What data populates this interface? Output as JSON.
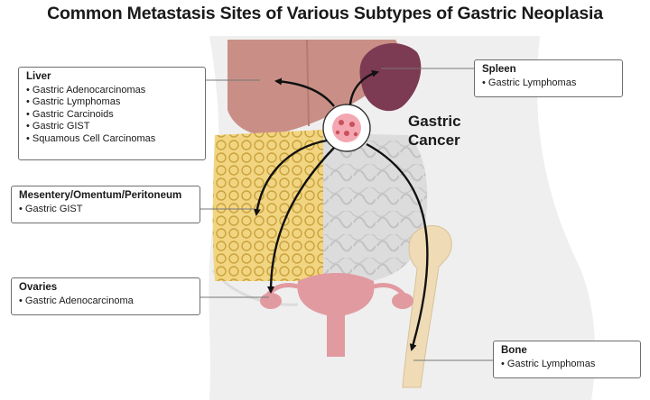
{
  "title": "Common Metastasis Sites of Various Subtypes of Gastric Neoplasia",
  "center_label": [
    "Gastric",
    "Cancer"
  ],
  "sites": {
    "liver": {
      "heading": "Liver",
      "items": [
        "Gastric Adenocarcinomas",
        "Gastric Lymphomas",
        "Gastric Carcinoids",
        "Gastric GIST",
        "Squamous Cell Carcinomas"
      ]
    },
    "spleen": {
      "heading": "Spleen",
      "items": [
        "Gastric Lymphomas"
      ]
    },
    "mesentery": {
      "heading": "Mesentery/Omentum/Peritoneum",
      "items": [
        "Gastric GIST"
      ]
    },
    "ovaries": {
      "heading": "Ovaries",
      "items": [
        "Gastric Adenocarcinoma"
      ]
    },
    "bone": {
      "heading": "Bone",
      "items": [
        "Gastric Lymphomas"
      ]
    }
  },
  "colors": {
    "body": "#eeeeee",
    "liver": "#c98f86",
    "spleen": "#7d3a53",
    "omentum": "#f0d27c",
    "intestine": "#d7d7d7",
    "uterus": "#e19aa0",
    "bone": "#efdcb6",
    "arrow": "#111111",
    "tumor": "#f4a7b0"
  }
}
